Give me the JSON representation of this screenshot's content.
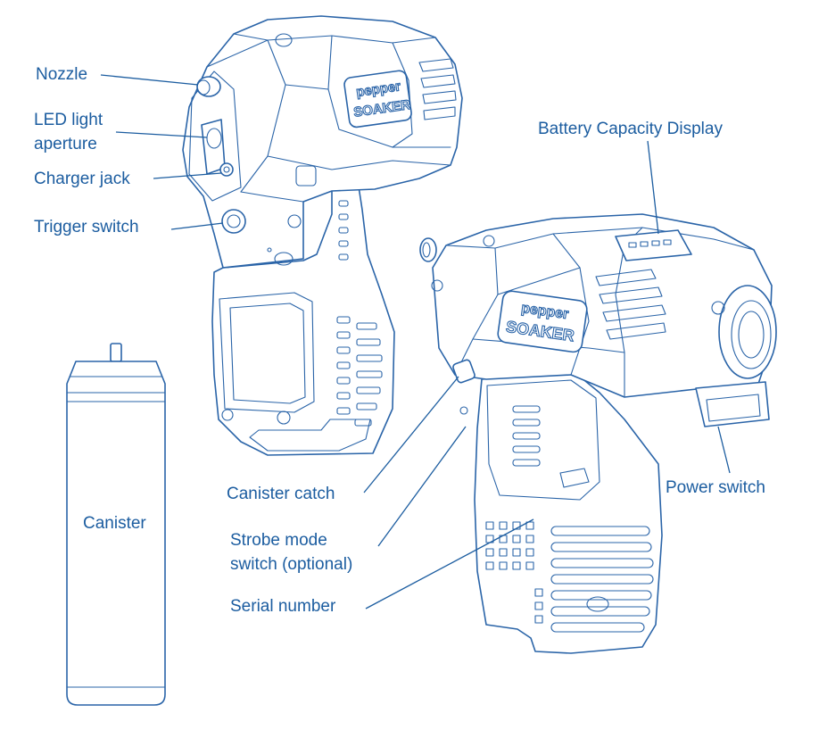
{
  "labels": {
    "nozzle": "Nozzle",
    "led_line1": "LED light",
    "led_line2": "aperture",
    "charger_jack": "Charger jack",
    "trigger_switch": "Trigger switch",
    "battery_display": "Battery Capacity Display",
    "canister_catch": "Canister catch",
    "strobe_line1": "Strobe mode",
    "strobe_line2": "switch (optional)",
    "serial_number": "Serial number",
    "power_switch": "Power switch",
    "canister": "Canister"
  },
  "logo": {
    "line1": "pepper",
    "line2": "SOAKER"
  },
  "colors": {
    "label_text": "#1c5da0",
    "line_art": "#2a64a8",
    "background": "#ffffff"
  }
}
